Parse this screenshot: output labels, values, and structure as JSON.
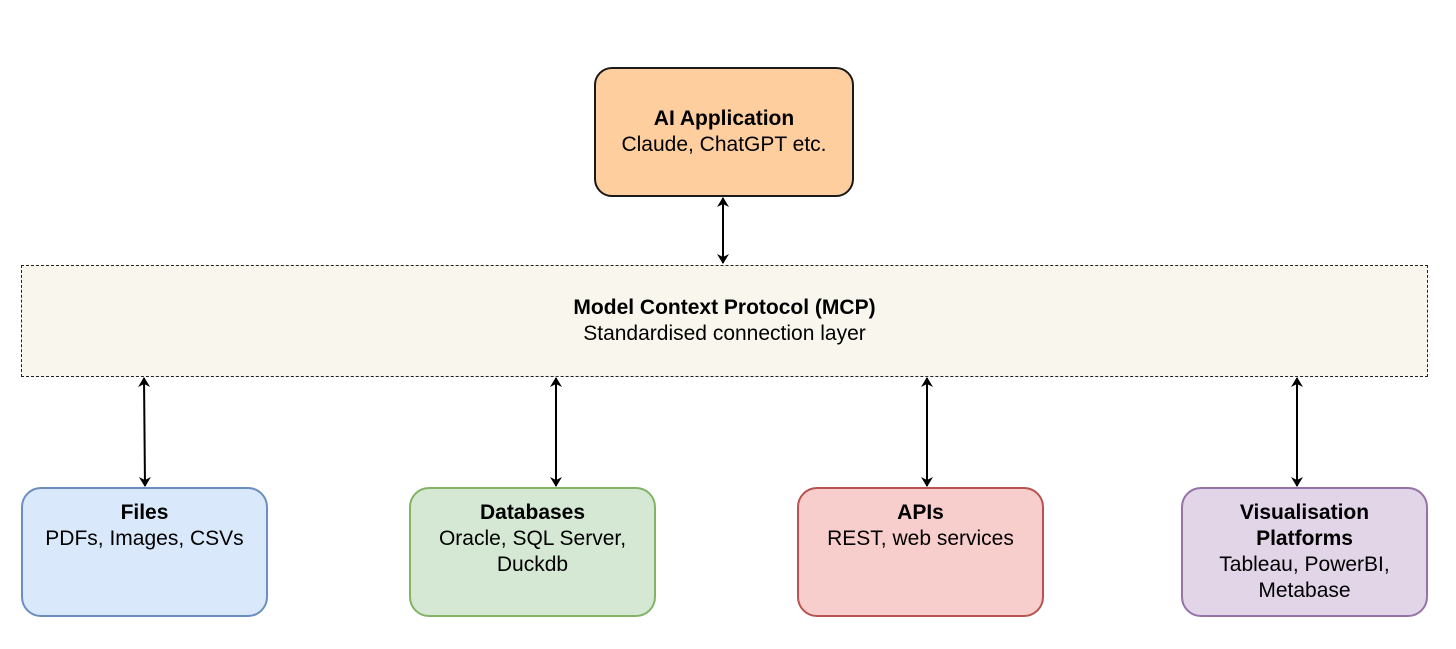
{
  "colors": {
    "ai_fill": "#FFCE9F",
    "ai_border": "#1a1a1a",
    "mcp_fill": "#F9F7ED",
    "files_fill": "#DAE8FC",
    "files_border": "#6C8EBF",
    "databases_fill": "#D5E8D4",
    "databases_border": "#82B366",
    "apis_fill": "#F8CECC",
    "apis_border": "#B85450",
    "viz_fill": "#E1D5E7",
    "viz_border": "#9673A6",
    "arrow": "#000000"
  },
  "ai_application": {
    "title": "AI Application",
    "subtitle": "Claude, ChatGPT etc."
  },
  "mcp": {
    "title": "Model Context Protocol (MCP)",
    "subtitle": "Standardised connection layer"
  },
  "sources": [
    {
      "title": "Files",
      "subtitle_lines": [
        "PDFs, Images, CSVs"
      ]
    },
    {
      "title": "Databases",
      "subtitle_lines": [
        "Oracle, SQL Server,",
        "Duckdb"
      ]
    },
    {
      "title": "APIs",
      "subtitle_lines": [
        "REST, web services"
      ]
    },
    {
      "title_lines": [
        "Visualisation",
        "Platforms"
      ],
      "subtitle_lines": [
        "Tableau, PowerBI,",
        "Metabase"
      ]
    }
  ]
}
